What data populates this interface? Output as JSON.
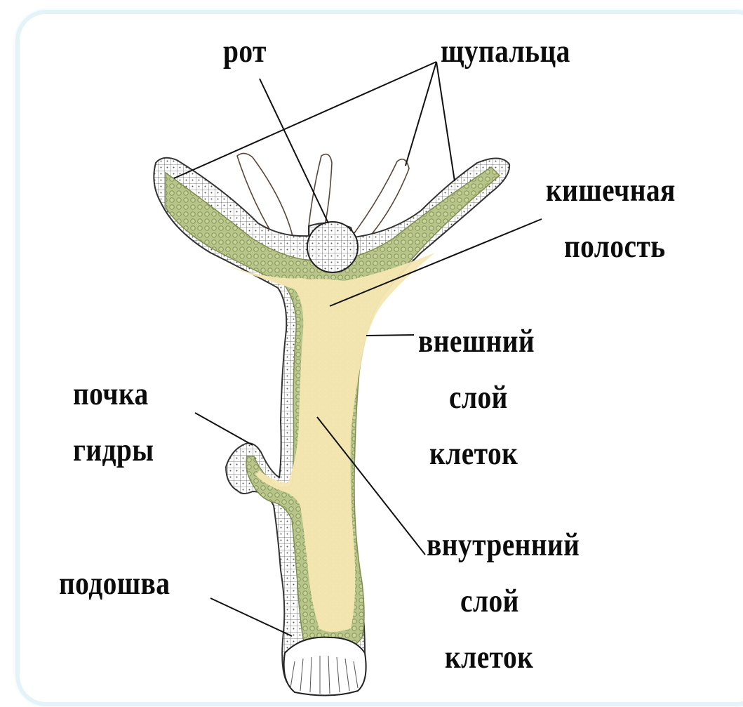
{
  "colors": {
    "background": "#ffffff",
    "frame": "#e4f3f8",
    "inner_layer": "#b7c48a",
    "inner_layer_dark": "#8c9a5c",
    "cavity": "#f6e7b2",
    "outer_cells": "#ffffff",
    "lines": "#111111",
    "text": "#0c0c0c"
  },
  "labels": {
    "mouth": "рот",
    "tentacles": "щупальца",
    "gut_cavity": [
      "кишечная",
      "полость"
    ],
    "outer_layer": [
      "внешний",
      "слой",
      "клеток"
    ],
    "bud": [
      "почка",
      "гидры"
    ],
    "inner_layer": [
      "внутренний",
      "слой",
      "клеток"
    ],
    "sole": "подошва"
  }
}
